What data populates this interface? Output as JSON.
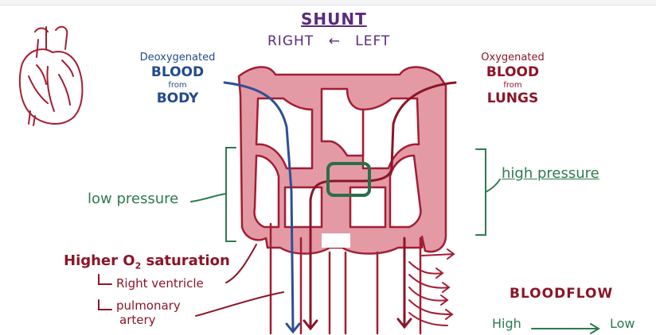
{
  "title": "SHUNT",
  "direction": {
    "from": "RIGHT",
    "arrow": "←",
    "to": "LEFT"
  },
  "deoxygenated": {
    "line1": "Deoxygenated",
    "line2": "BLOOD",
    "line3": "from",
    "line4": "BODY"
  },
  "oxygenated": {
    "line1": "Oxygenated",
    "line2": "BLOOD",
    "line3": "from",
    "line4": "LUNGS"
  },
  "low_pressure": "low pressure",
  "high_pressure": "high pressure",
  "higher_o2": {
    "prefix": "Higher O",
    "subscript": "2",
    "suffix": " saturation"
  },
  "right_ventricle": "Right ventricle",
  "pulmonary_artery": {
    "line1": "pulmonary",
    "line2": "artery"
  },
  "bloodflow": {
    "title": "BLOODFLOW",
    "from": "High",
    "to": "Low"
  },
  "colors": {
    "heart_fill": "#e39aa5",
    "heart_outline": "#a31d33",
    "deoxygenated_blue": "#2f4f93",
    "shunt_green": "#2a6e4a",
    "label_purple": "#5b2a7c",
    "label_red": "#8b1528"
  },
  "icons": {
    "heart": "heart-anatomy-icon"
  }
}
